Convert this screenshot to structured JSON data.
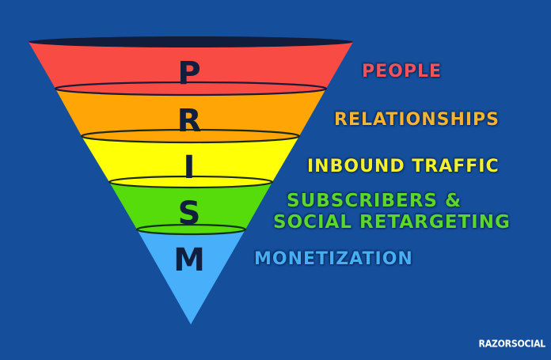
{
  "diagram": {
    "type": "funnel",
    "acronym": "PRISM",
    "background_color": "#154f9c",
    "letter_color": "#0f1f3d",
    "stages": [
      {
        "letter": "P",
        "label": "PEOPLE",
        "fill": "#f84b44",
        "label_color": "#f0545a"
      },
      {
        "letter": "R",
        "label": "RELATIONSHIPS",
        "fill": "#ffa505",
        "label_color": "#f5b430"
      },
      {
        "letter": "I",
        "label": "INBOUND TRAFFIC",
        "fill": "#ffff06",
        "label_color": "#f4f02a"
      },
      {
        "letter": "S",
        "label_line1": "SUBSCRIBERS &",
        "label_line2": "SOCIAL RETARGETING",
        "fill": "#55dc0a",
        "label_color": "#5ad62c"
      },
      {
        "letter": "M",
        "label": "MONETIZATION",
        "fill": "#48b0fb",
        "label_color": "#45aef5"
      }
    ]
  },
  "branding": {
    "watermark": "RAZORSOCIAL"
  }
}
